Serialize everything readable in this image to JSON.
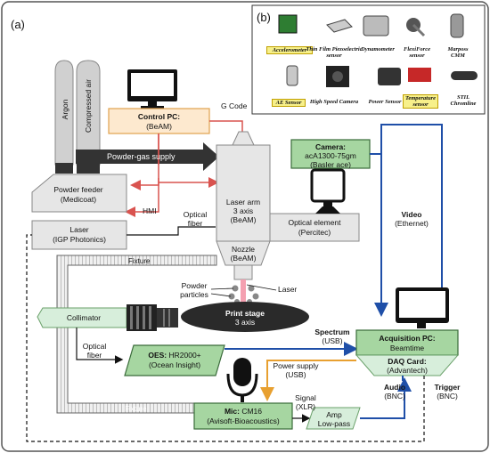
{
  "panel_a_label": "(a)",
  "panel_b_label": "(b)",
  "gas": {
    "argon": "Argon",
    "compressed_air": "Compressed air"
  },
  "control_pc": {
    "title": "Control PC:",
    "sub": "(BeAM)"
  },
  "gcode": "G Code",
  "powder_gas": "Powder-gas supply",
  "powder_feeder": {
    "line1": "Powder feeder",
    "line2": "(Medicoat)"
  },
  "hmi": "HMI",
  "laser_box": {
    "line1": "Laser",
    "line2": "(IGP Photonics)"
  },
  "optical_fiber_top": {
    "line1": "Optical",
    "line2": "fiber"
  },
  "laser_arm": {
    "line1": "Laser arm",
    "line2": "3 axis",
    "line3": "(BeAM)"
  },
  "nozzle": {
    "line1": "Nozzle",
    "line2": "(BeAM)"
  },
  "optical_element": {
    "line1": "Optical element",
    "line2": "(Percitec)"
  },
  "camera": {
    "title": "Camera:",
    "line2": "acA1300-75gm",
    "line3": "(Basler ace)"
  },
  "video": {
    "line1": "Video",
    "line2": "(Ethernet)"
  },
  "fixture_top": "Fixture",
  "powder_particles": {
    "line1": "Powder",
    "line2": "particles"
  },
  "laser_label": "Laser",
  "print_stage": {
    "line1": "Print stage",
    "line2": "3 axis"
  },
  "collimator": "Collimator",
  "optical_fiber_bottom": {
    "line1": "Optical",
    "line2": "fiber"
  },
  "oes": {
    "title": "OES:",
    "rest": " HR2000+",
    "line2": "(Ocean Insight)"
  },
  "spectrum": {
    "title": "Spectrum",
    "line2": "(USB)"
  },
  "acq_pc": {
    "title": "Acquisition PC:",
    "line2": "Beamtime"
  },
  "power_supply": {
    "line1": "Power supply",
    "line2": "(USB)"
  },
  "daq": {
    "title": "DAQ Card:",
    "line2": "(Advantech)"
  },
  "audio": {
    "title": "Audio",
    "line2": "(BNC)"
  },
  "trigger": {
    "title": "Trigger",
    "line2": "(BNC)"
  },
  "signal": {
    "line1": "Signal",
    "line2": "(XLR)"
  },
  "mic": {
    "title": "Mic:",
    "rest": " CM16",
    "line2": "(Avisoft-Bioacoustics)"
  },
  "amp": {
    "line1": "Amp",
    "line2": "Low-pass"
  },
  "fixture_bottom": "Fixture",
  "sensors": [
    {
      "name": "Accelerometer",
      "highlight": true
    },
    {
      "name": "Thin Film Piezoelectric sensor",
      "highlight": false
    },
    {
      "name": "Dynamometer",
      "highlight": false
    },
    {
      "name": "FlexiForce sensor",
      "highlight": false
    },
    {
      "name": "Marposs CMM",
      "highlight": false
    },
    {
      "name": "AE Sensor",
      "highlight": true
    },
    {
      "name": "High Speed Camera",
      "highlight": false
    },
    {
      "name": "Power Sensor",
      "highlight": false
    },
    {
      "name": "Temperature sensor",
      "highlight": true
    },
    {
      "name": "STIL Chromline",
      "highlight": false
    }
  ],
  "colors": {
    "green": "#a6d6a1",
    "green_border": "#3a6b3a",
    "orange_fill": "#fde9cf",
    "orange_border": "#e0a24e",
    "red_line": "#d9534f",
    "blue_line": "#1f4fa8",
    "orange_line": "#e8a030",
    "gray_fill": "#e6e6e6",
    "dark_gray": "#555555",
    "highlight": "#f7f08a"
  }
}
